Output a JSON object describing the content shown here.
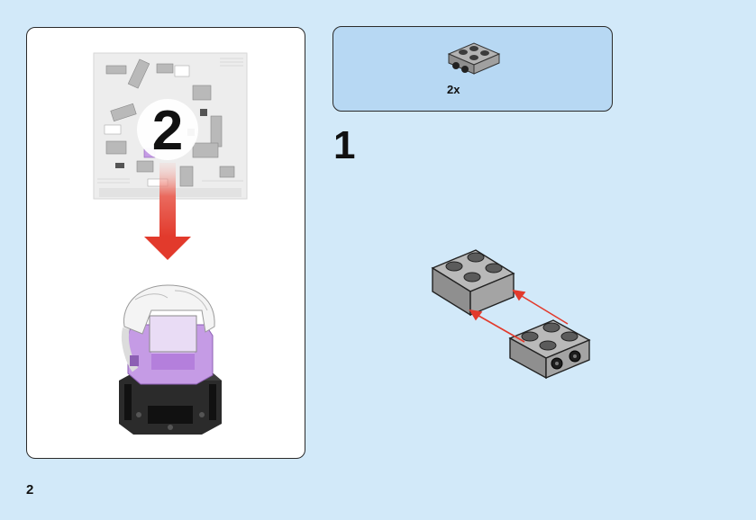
{
  "bag": {
    "number": "2"
  },
  "parts": {
    "quantity": "2x"
  },
  "step": {
    "number": "1"
  },
  "page": {
    "number": "2"
  },
  "colors": {
    "background": "#d2e9f9",
    "parts_panel": "#b7d8f3",
    "arrow_red": "#e23a2c",
    "brick_gray": "#a9a9a9",
    "figure_purple": "#c59be5"
  },
  "icons": [
    "parts-bag-icon",
    "down-arrow-icon",
    "brickheadz-figure-icon",
    "gray-plate-icon",
    "assembly-arrow-icon"
  ]
}
